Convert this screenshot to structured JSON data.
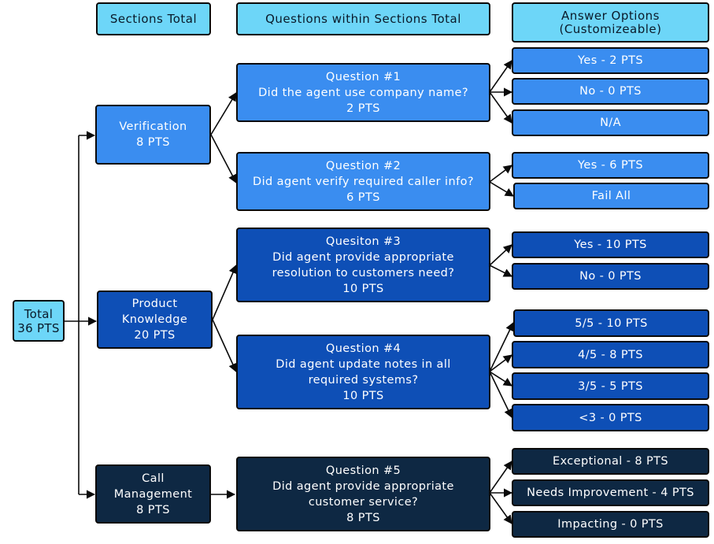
{
  "headers": {
    "sections": "Sections Total",
    "questions": "Questions within Sections Total",
    "answers_line1": "Answer Options",
    "answers_line2": "(Customizeable)"
  },
  "total": {
    "line1": "Total",
    "line2": "36 PTS"
  },
  "sections": [
    {
      "name": "Verification",
      "points": "8 PTS"
    },
    {
      "name_line1": "Product",
      "name_line2": "Knowledge",
      "points": "20 PTS"
    },
    {
      "name_line1": "Call",
      "name_line2": "Management",
      "points": "8 PTS"
    }
  ],
  "questions": [
    {
      "title": "Question #1",
      "text": "Did the agent use company name?",
      "points": "2 PTS"
    },
    {
      "title": "Question #2",
      "text": "Did agent verify required caller info?",
      "points": "6 PTS"
    },
    {
      "title": "Quesiton #3",
      "text_line1": "Did agent provide appropriate",
      "text_line2": "resolution to customers need?",
      "points": "10 PTS"
    },
    {
      "title": "Question #4",
      "text_line1": "Did agent update notes in all",
      "text_line2": "required systems?",
      "points": "10 PTS"
    },
    {
      "title": "Question #5",
      "text_line1": "Did agent provide appropriate",
      "text_line2": "customer service?",
      "points": "8 PTS"
    }
  ],
  "answers": {
    "q1": [
      "Yes - 2 PTS",
      "No - 0 PTS",
      "N/A"
    ],
    "q2": [
      "Yes - 6 PTS",
      "Fail All"
    ],
    "q3": [
      "Yes - 10 PTS",
      "No - 0 PTS"
    ],
    "q4": [
      "5/5 - 10 PTS",
      "4/5 - 8 PTS",
      "3/5 - 5 PTS",
      "<3 - 0 PTS"
    ],
    "q5": [
      "Exceptional - 8 PTS",
      "Needs Improvement - 4 PTS",
      "Impacting - 0 PTS"
    ]
  },
  "colors": {
    "header": "#6dd6f8",
    "verification": "#3a8df0",
    "product_knowledge": "#0e4fb6",
    "call_management": "#0e2843"
  }
}
